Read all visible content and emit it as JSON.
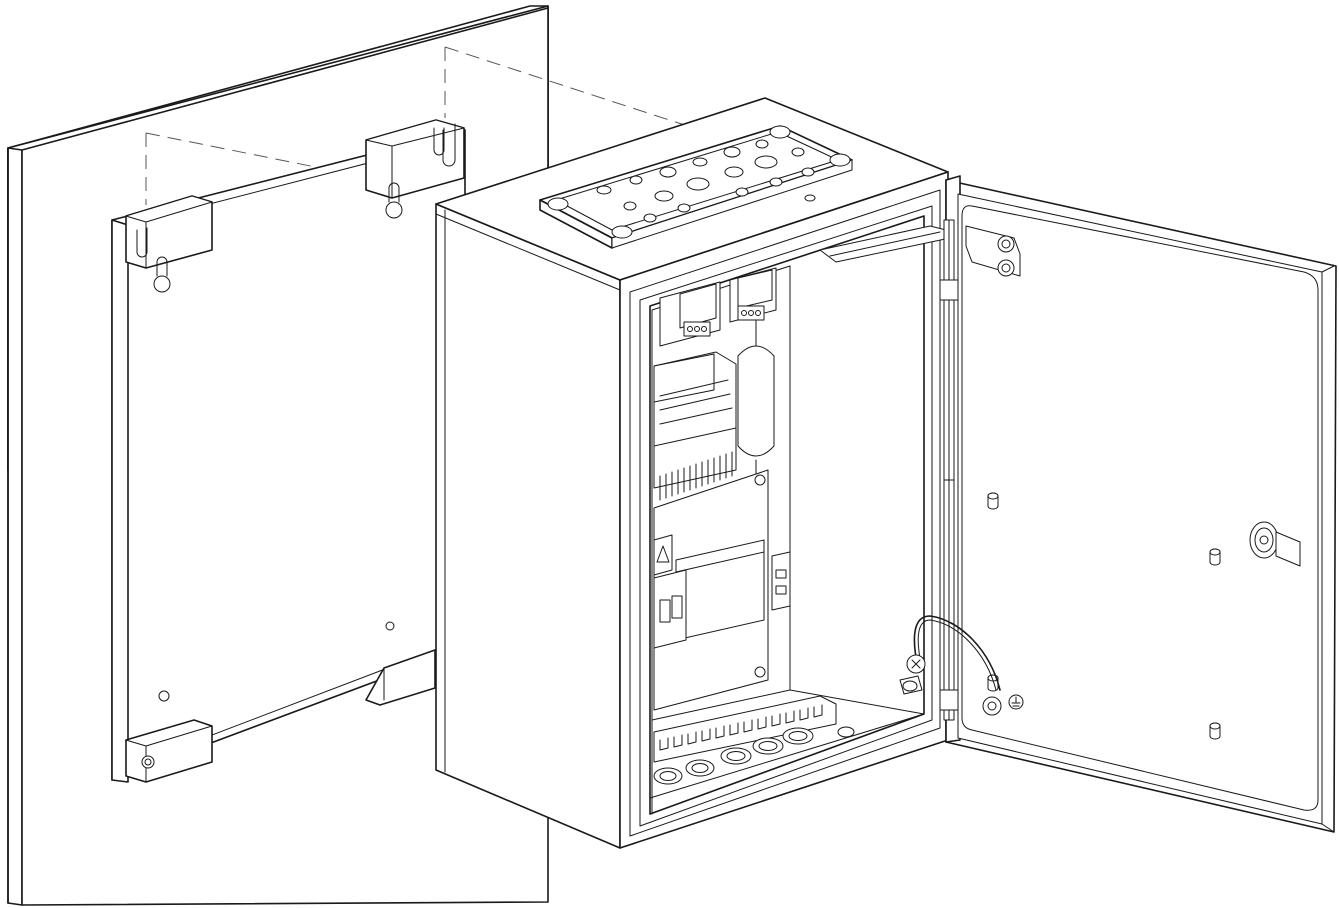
{
  "figure": {
    "style": "isometric line drawing",
    "stroke_color": "#1a1a1a",
    "background_color": "#ffffff",
    "gland_plate_holes": 18,
    "din_terminals": 12,
    "cable_glands": 5
  }
}
